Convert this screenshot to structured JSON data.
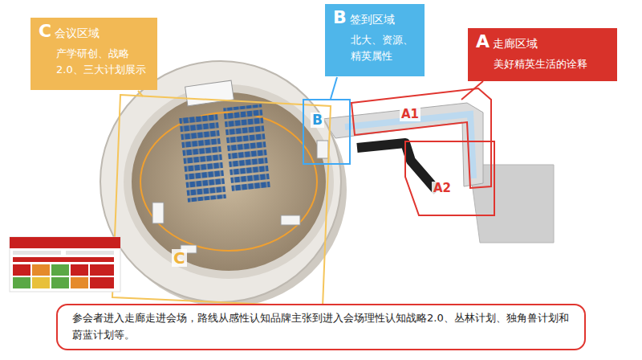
{
  "diagram": {
    "caption": "参会者进入走廊走进会场，路线从感性认知品牌主张到进入会场理性认知战略2.0、丛林计划、独角兽计划和蔚蓝计划等。",
    "nodes": [
      {
        "text": [
          "C",
          "会议区域",
          "产学研创、战略2.0、三大计划展示"
        ]
      },
      {
        "text": [
          "B",
          "签到区域",
          "北大、资源、精英属性"
        ]
      },
      {
        "text": [
          "A",
          "走廊区域",
          "美好精英生活的诠释"
        ]
      }
    ],
    "labels": [
      "A1",
      "A2",
      "B",
      "C"
    ]
  }
}
